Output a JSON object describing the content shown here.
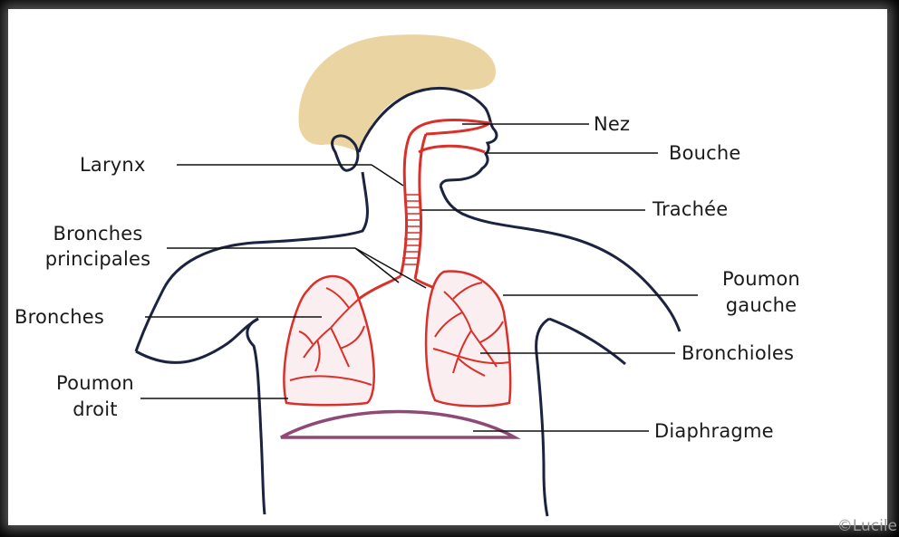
{
  "labels": {
    "nez": "Nez",
    "bouche": "Bouche",
    "larynx": "Larynx",
    "trachee": "Trachée",
    "bronches_principales_1": "Bronches",
    "bronches_principales_2": "principales",
    "poumon_gauche_1": "Poumon",
    "poumon_gauche_2": "gauche",
    "bronches": "Bronches",
    "bronchioles": "Bronchioles",
    "poumon_droit_1": "Poumon",
    "poumon_droit_2": "droit",
    "diaphragme": "Diaphragme"
  },
  "watermark": "©Lucile",
  "colors": {
    "hair": "#ead5a2",
    "outline": "#1b2340",
    "airway": "#d9302a",
    "lung_fill": "#fbeef0",
    "diaphragm": "#8e4a74",
    "leader": "#111111"
  }
}
